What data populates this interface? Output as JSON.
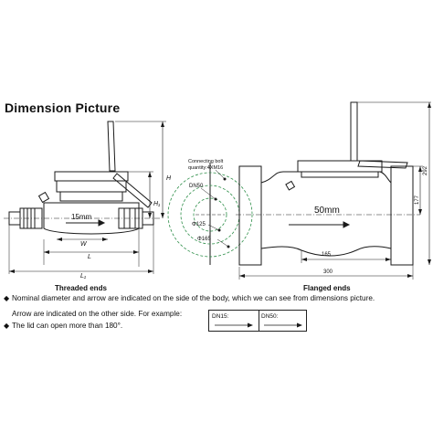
{
  "heading": "Dimension Picture",
  "threaded": {
    "caption": "Threaded ends",
    "size_label": "15mm",
    "dim_W": "W",
    "dim_L": "L",
    "dim_L1": "L₁",
    "dim_H": "H",
    "dim_H1": "H₁"
  },
  "flanged": {
    "caption": "Flanged ends",
    "size_label": "50mm",
    "connecting_bolt": "Connecting bolt",
    "bolt_quantity": "quantity:4XM16",
    "dn": "DN50",
    "phi125": "Φ125",
    "phi165": "Φ165",
    "dim_165": "165",
    "dim_300": "300",
    "dim_177": "177",
    "dim_292": "292"
  },
  "notes": {
    "bullet": "◆",
    "line1": "Nominal diameter and arrow are indicated on the side of the body, which we can see from dimensions picture.",
    "line2": "Arrow are indicated on the other side. For example:",
    "line3": "The lid can open more than 180°."
  },
  "dn_example": {
    "dn15": "DN15:",
    "dn50": "DN50:"
  }
}
